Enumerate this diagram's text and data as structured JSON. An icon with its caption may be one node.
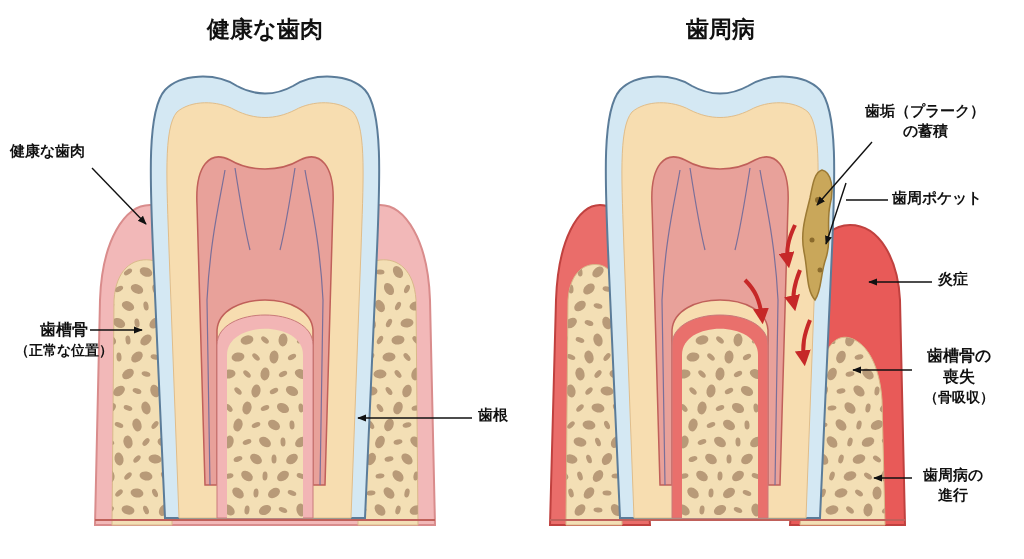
{
  "diagram": {
    "nodes": [
      {
        "text": [
          "健康な歯肉"
        ]
      },
      {
        "text": [
          "歯槽骨",
          "（正常な位置）"
        ]
      },
      {
        "text": [
          "歯根"
        ]
      },
      {
        "text": [
          "歯垢（プラーク）の蓄積"
        ]
      },
      {
        "text": [
          "歯周ポケット"
        ]
      },
      {
        "text": [
          "炎症"
        ]
      },
      {
        "text": [
          "歯槽骨の喪失",
          "（骨吸収）"
        ]
      },
      {
        "text": [
          "歯周病の進行"
        ]
      }
    ],
    "edges": [
      {
        "from": 0,
        "to": null,
        "arrow": "to"
      },
      {
        "from": 1,
        "to": null,
        "arrow": "to"
      },
      {
        "from": 2,
        "to": null,
        "arrow": "to"
      },
      {
        "from": 3,
        "to": null,
        "arrow": "to"
      },
      {
        "from": 4,
        "to": null,
        "arrow": "to"
      },
      {
        "from": 5,
        "to": null,
        "arrow": "to"
      },
      {
        "from": 6,
        "to": null,
        "arrow": "to"
      },
      {
        "from": 7,
        "to": null,
        "arrow": "to"
      }
    ],
    "labels": [
      "健康な歯肉",
      "歯周病"
    ]
  }
}
